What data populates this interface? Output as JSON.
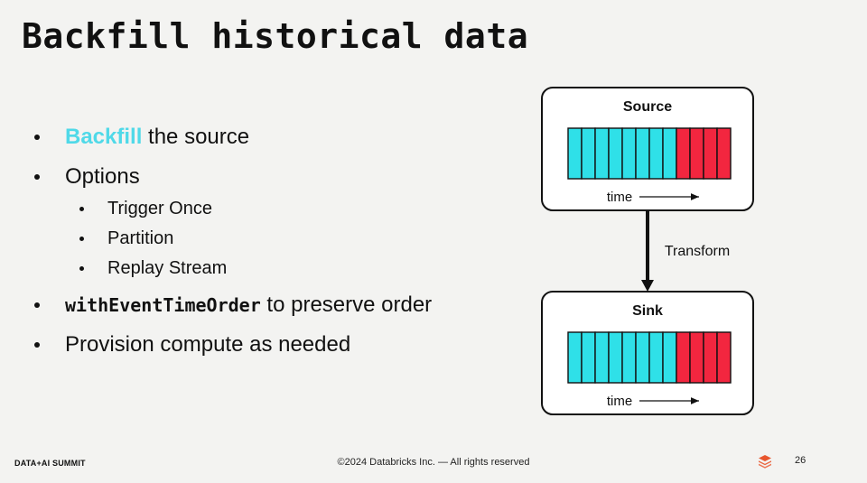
{
  "slide": {
    "title": "Backfill historical data",
    "bullets": {
      "b1_highlight": "Backfill",
      "b1_rest": " the source",
      "b2": "Options",
      "sub1": "Trigger Once",
      "sub2": "Partition",
      "sub3": "Replay Stream",
      "b3_code": "withEventTimeOrder",
      "b3_rest": " to preserve order",
      "b4": "Provision compute as needed"
    }
  },
  "diagram": {
    "source_label": "Source",
    "sink_label": "Sink",
    "time_label": "time",
    "arrow_label": "Transform",
    "cyan_cells": 8,
    "red_cells": 4,
    "colors": {
      "cyan": "#2fe0e8",
      "red": "#f2263f",
      "accent": "#4fd9e8"
    }
  },
  "footer": {
    "brand": "DATA+AI SUMMIT",
    "copyright": "©2024 Databricks Inc. — All rights reserved",
    "page_number": "26",
    "icon": "databricks-logo-icon"
  }
}
